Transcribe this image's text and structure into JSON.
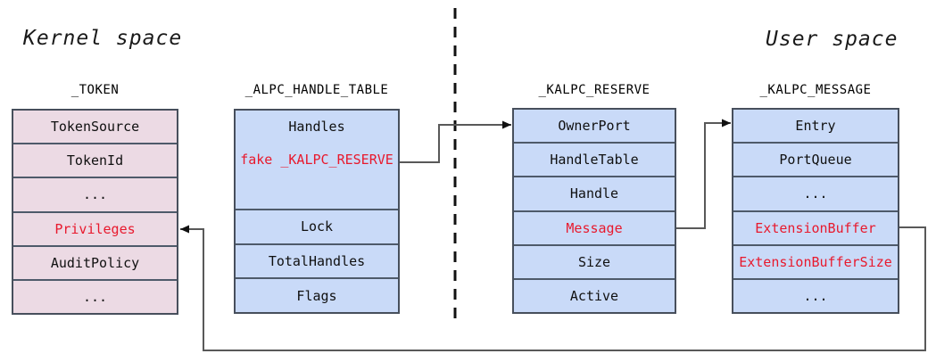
{
  "diagram": {
    "kernel_space_label": "Kernel space",
    "user_space_label": "User space"
  },
  "tables": [
    {
      "id": "token",
      "title": "_TOKEN",
      "fill": "#ecdae4",
      "rows": [
        {
          "text": "TokenSource"
        },
        {
          "text": "TokenId"
        },
        {
          "text": "..."
        },
        {
          "text": "Privileges",
          "red": true
        },
        {
          "text": "AuditPolicy"
        },
        {
          "text": "..."
        }
      ]
    },
    {
      "id": "alpc_handle_table",
      "title": "_ALPC_HANDLE_TABLE",
      "fill": "#c9daf8",
      "rows": [
        {
          "text": "Handles"
        },
        {
          "text": "fake _KALPC_RESERVE",
          "red": true,
          "divider": false
        },
        {
          "text": "",
          "divider": false
        },
        {
          "text": "Lock"
        },
        {
          "text": "TotalHandles"
        },
        {
          "text": "Flags"
        }
      ]
    },
    {
      "id": "kalpc_reserve",
      "title": "_KALPC_RESERVE",
      "fill": "#c9daf8",
      "rows": [
        {
          "text": "OwnerPort"
        },
        {
          "text": "HandleTable"
        },
        {
          "text": "Handle"
        },
        {
          "text": "Message",
          "red": true
        },
        {
          "text": "Size"
        },
        {
          "text": "Active"
        }
      ]
    },
    {
      "id": "kalpc_message",
      "title": "_KALPC_MESSAGE",
      "fill": "#c9daf8",
      "rows": [
        {
          "text": "Entry"
        },
        {
          "text": "PortQueue"
        },
        {
          "text": "..."
        },
        {
          "text": "ExtensionBuffer",
          "red": true
        },
        {
          "text": "ExtensionBufferSize",
          "red": true
        },
        {
          "text": "..."
        }
      ]
    }
  ],
  "connections": [
    {
      "from": "_ALPC_HANDLE_TABLE.fake _KALPC_RESERVE",
      "to": "_KALPC_RESERVE.OwnerPort"
    },
    {
      "from": "_KALPC_RESERVE.Message",
      "to": "_KALPC_MESSAGE.Entry"
    },
    {
      "from": "_KALPC_MESSAGE.ExtensionBuffer",
      "to": "_TOKEN.Privileges"
    }
  ],
  "colors": {
    "kernel_table_fill": "#ecdae4",
    "user_table_fill": "#c9daf8",
    "red_text": "#e8192d",
    "table_border": "#4e5a6a",
    "connector_line": "#595959",
    "boundary_line": "#111111"
  }
}
